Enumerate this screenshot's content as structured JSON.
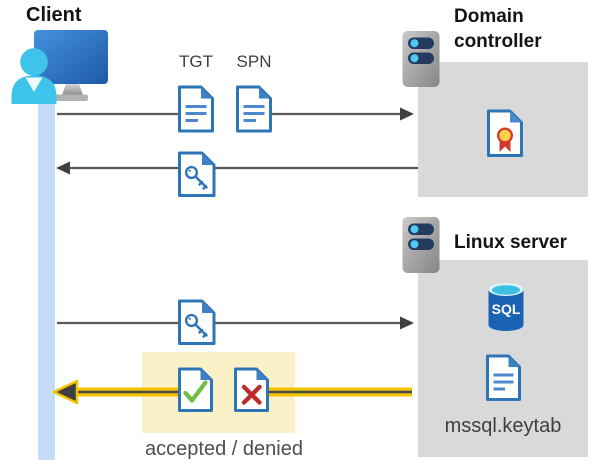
{
  "client": {
    "label": "Client",
    "icon": "person-at-computer-icon"
  },
  "domain_controller": {
    "label": "Domain controller",
    "icon": "server-icon",
    "certificate_icon": "certificate-document-icon"
  },
  "linux_server": {
    "label": "Linux server",
    "icon": "server-icon",
    "sql_badge": "SQL",
    "sql_icon": "sql-database-icon",
    "keytab_file": "mssql.keytab",
    "keytab_icon": "document-icon"
  },
  "flow": {
    "tgt_label": "TGT",
    "spn_label": "SPN",
    "result_label": "accepted / denied",
    "arrows": [
      {
        "name": "client-to-domain-controller",
        "direction": "right",
        "carries": [
          "TGT document",
          "SPN document"
        ]
      },
      {
        "name": "domain-controller-to-client",
        "direction": "left",
        "carries": [
          "key document"
        ]
      },
      {
        "name": "client-to-linux-server",
        "direction": "right",
        "carries": [
          "key document"
        ]
      },
      {
        "name": "linux-server-to-client",
        "direction": "left",
        "highlighted": true,
        "carries": [
          "accepted check document",
          "denied cross document"
        ]
      }
    ]
  },
  "colors": {
    "doc_blue": "#2e75b6",
    "doc_line_blue": "#4c89cc",
    "lifeline_blue": "#c4dcf6",
    "box_gray": "#d9d9d9",
    "arrow_gray": "#595959",
    "highlight_yellow": "#faf1c9",
    "arrow_gold": "#f2c300",
    "check_green": "#6fbe44",
    "cross_red": "#c02b2b",
    "sql_blue": "#1a63b4",
    "sql_top_cyan": "#3cbfe0",
    "server_navy": "#243a5e",
    "server_dot_cyan": "#50c8f5",
    "person_cyan": "#3ec3ea",
    "monitor_blue": "#2d6fc4",
    "cert_yellow": "#ffd24a",
    "cert_red": "#d93a28",
    "text_dark": "#3f3f3f"
  }
}
